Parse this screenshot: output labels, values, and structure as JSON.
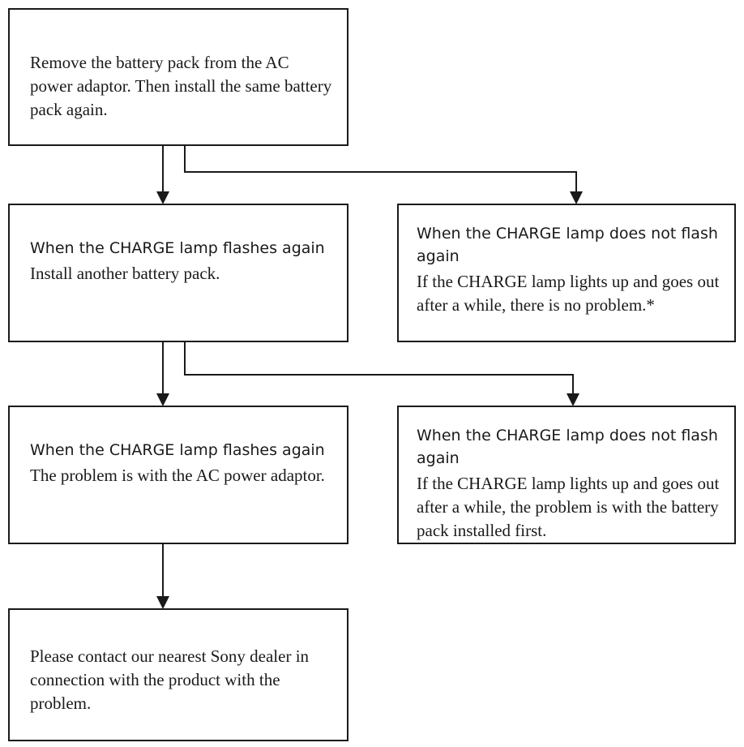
{
  "flowchart": {
    "start": {
      "text": "Remove the battery pack from the AC power adaptor. Then install the same battery pack again."
    },
    "step1_flashes": {
      "heading": "When the CHARGE lamp flashes again",
      "text": "Install another battery pack."
    },
    "step1_no_flash": {
      "heading": "When the CHARGE lamp does not flash again",
      "text": "If the CHARGE lamp lights up and goes out after a while, there is no problem.*"
    },
    "step2_flashes": {
      "heading": "When the CHARGE lamp flashes again",
      "text": "The problem is with the AC power adaptor."
    },
    "step2_no_flash": {
      "heading": "When the CHARGE lamp does not flash again",
      "text": "If the CHARGE lamp lights up and goes out after a while, the problem is with the battery pack installed first."
    },
    "end": {
      "text": "Please contact our nearest Sony dealer in connection with the product with the problem."
    }
  },
  "colors": {
    "stroke": "#1a1a1a",
    "background": "#ffffff"
  }
}
